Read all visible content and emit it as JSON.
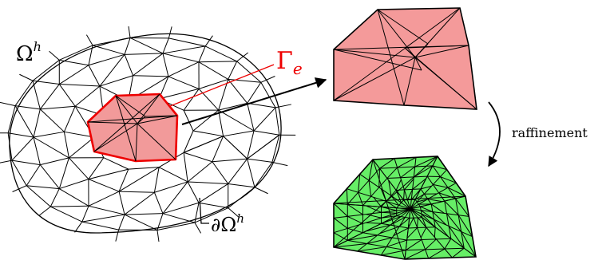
{
  "labels": {
    "omega_h": {
      "main": "Ω",
      "sup": "h"
    },
    "gamma_e": {
      "main": "Γ",
      "sub": "e"
    },
    "boundary": {
      "main": "∂Ω",
      "sup": "h"
    },
    "refinement": "raffinement"
  },
  "colors": {
    "mesh_line": "#000000",
    "patch_fill": "#f29a9a",
    "patch_outline": "#ee0000",
    "gamma_label": "#ee0000",
    "refined_fill": "#66ee66",
    "arrow": "#000000"
  }
}
